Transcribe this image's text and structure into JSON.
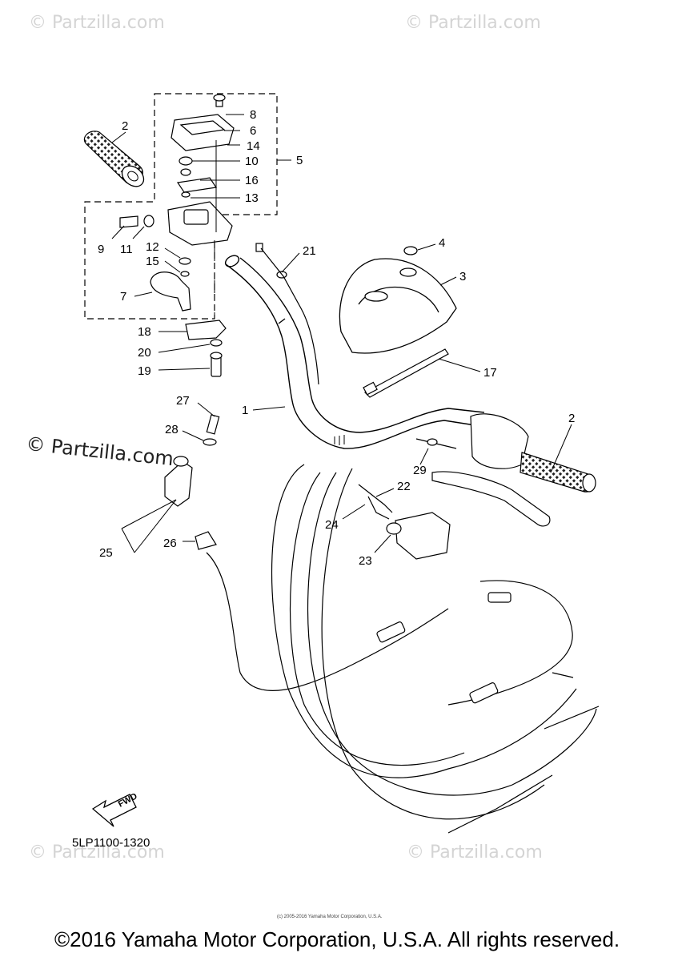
{
  "watermarks": {
    "top_left": "© Partzilla.com",
    "top_right": "© Partzilla.com",
    "middle_left": "© Partzilla.com",
    "bottom_left": "© Partzilla.com",
    "bottom_right": "© Partzilla.com"
  },
  "diagram": {
    "part_code": "5LP1100-1320",
    "fwd_label": "FWD",
    "fine_print": "(c) 2005-2016 Yamaha Motor Corporation, U.S.A.",
    "copyright": "©2016 Yamaha Motor Corporation, U.S.A. All rights reserved."
  },
  "callouts": [
    {
      "id": "callout-2-left",
      "text": "2"
    },
    {
      "id": "callout-8",
      "text": "8"
    },
    {
      "id": "callout-6",
      "text": "6"
    },
    {
      "id": "callout-14",
      "text": "14"
    },
    {
      "id": "callout-5",
      "text": "5"
    },
    {
      "id": "callout-10",
      "text": "10"
    },
    {
      "id": "callout-16",
      "text": "16"
    },
    {
      "id": "callout-13",
      "text": "13"
    },
    {
      "id": "callout-9",
      "text": "9"
    },
    {
      "id": "callout-11",
      "text": "11"
    },
    {
      "id": "callout-12",
      "text": "12"
    },
    {
      "id": "callout-15",
      "text": "15"
    },
    {
      "id": "callout-7",
      "text": "7"
    },
    {
      "id": "callout-18",
      "text": "18"
    },
    {
      "id": "callout-20",
      "text": "20"
    },
    {
      "id": "callout-19",
      "text": "19"
    },
    {
      "id": "callout-21",
      "text": "21"
    },
    {
      "id": "callout-4",
      "text": "4"
    },
    {
      "id": "callout-3",
      "text": "3"
    },
    {
      "id": "callout-17",
      "text": "17"
    },
    {
      "id": "callout-1",
      "text": "1"
    },
    {
      "id": "callout-27",
      "text": "27"
    },
    {
      "id": "callout-28",
      "text": "28"
    },
    {
      "id": "callout-2-right",
      "text": "2"
    },
    {
      "id": "callout-29",
      "text": "29"
    },
    {
      "id": "callout-22",
      "text": "22"
    },
    {
      "id": "callout-24",
      "text": "24"
    },
    {
      "id": "callout-23",
      "text": "23"
    },
    {
      "id": "callout-25",
      "text": "25"
    },
    {
      "id": "callout-26",
      "text": "26"
    }
  ]
}
